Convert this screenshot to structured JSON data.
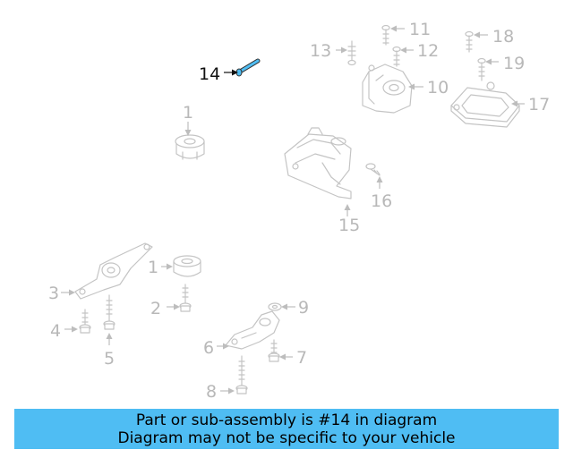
{
  "callouts": [
    {
      "id": "1a",
      "label": "1"
    },
    {
      "id": "1b",
      "label": "1"
    },
    {
      "id": "2",
      "label": "2"
    },
    {
      "id": "3",
      "label": "3"
    },
    {
      "id": "4",
      "label": "4"
    },
    {
      "id": "5",
      "label": "5"
    },
    {
      "id": "6",
      "label": "6"
    },
    {
      "id": "7",
      "label": "7"
    },
    {
      "id": "8",
      "label": "8"
    },
    {
      "id": "9",
      "label": "9"
    },
    {
      "id": "10",
      "label": "10"
    },
    {
      "id": "11",
      "label": "11"
    },
    {
      "id": "12",
      "label": "12"
    },
    {
      "id": "13",
      "label": "13"
    },
    {
      "id": "14",
      "label": "14",
      "highlighted": true
    },
    {
      "id": "15",
      "label": "15"
    },
    {
      "id": "16",
      "label": "16"
    },
    {
      "id": "17",
      "label": "17"
    },
    {
      "id": "18",
      "label": "18"
    },
    {
      "id": "19",
      "label": "19"
    }
  ],
  "colors": {
    "highlight_part": "#4fbdf3",
    "banner_background": "#4fbdf3",
    "line_art": "#c4c4c4"
  },
  "banner": {
    "line1": "Part or sub-assembly is #14 in diagram",
    "line2": "Diagram may not be specific to your vehicle"
  }
}
